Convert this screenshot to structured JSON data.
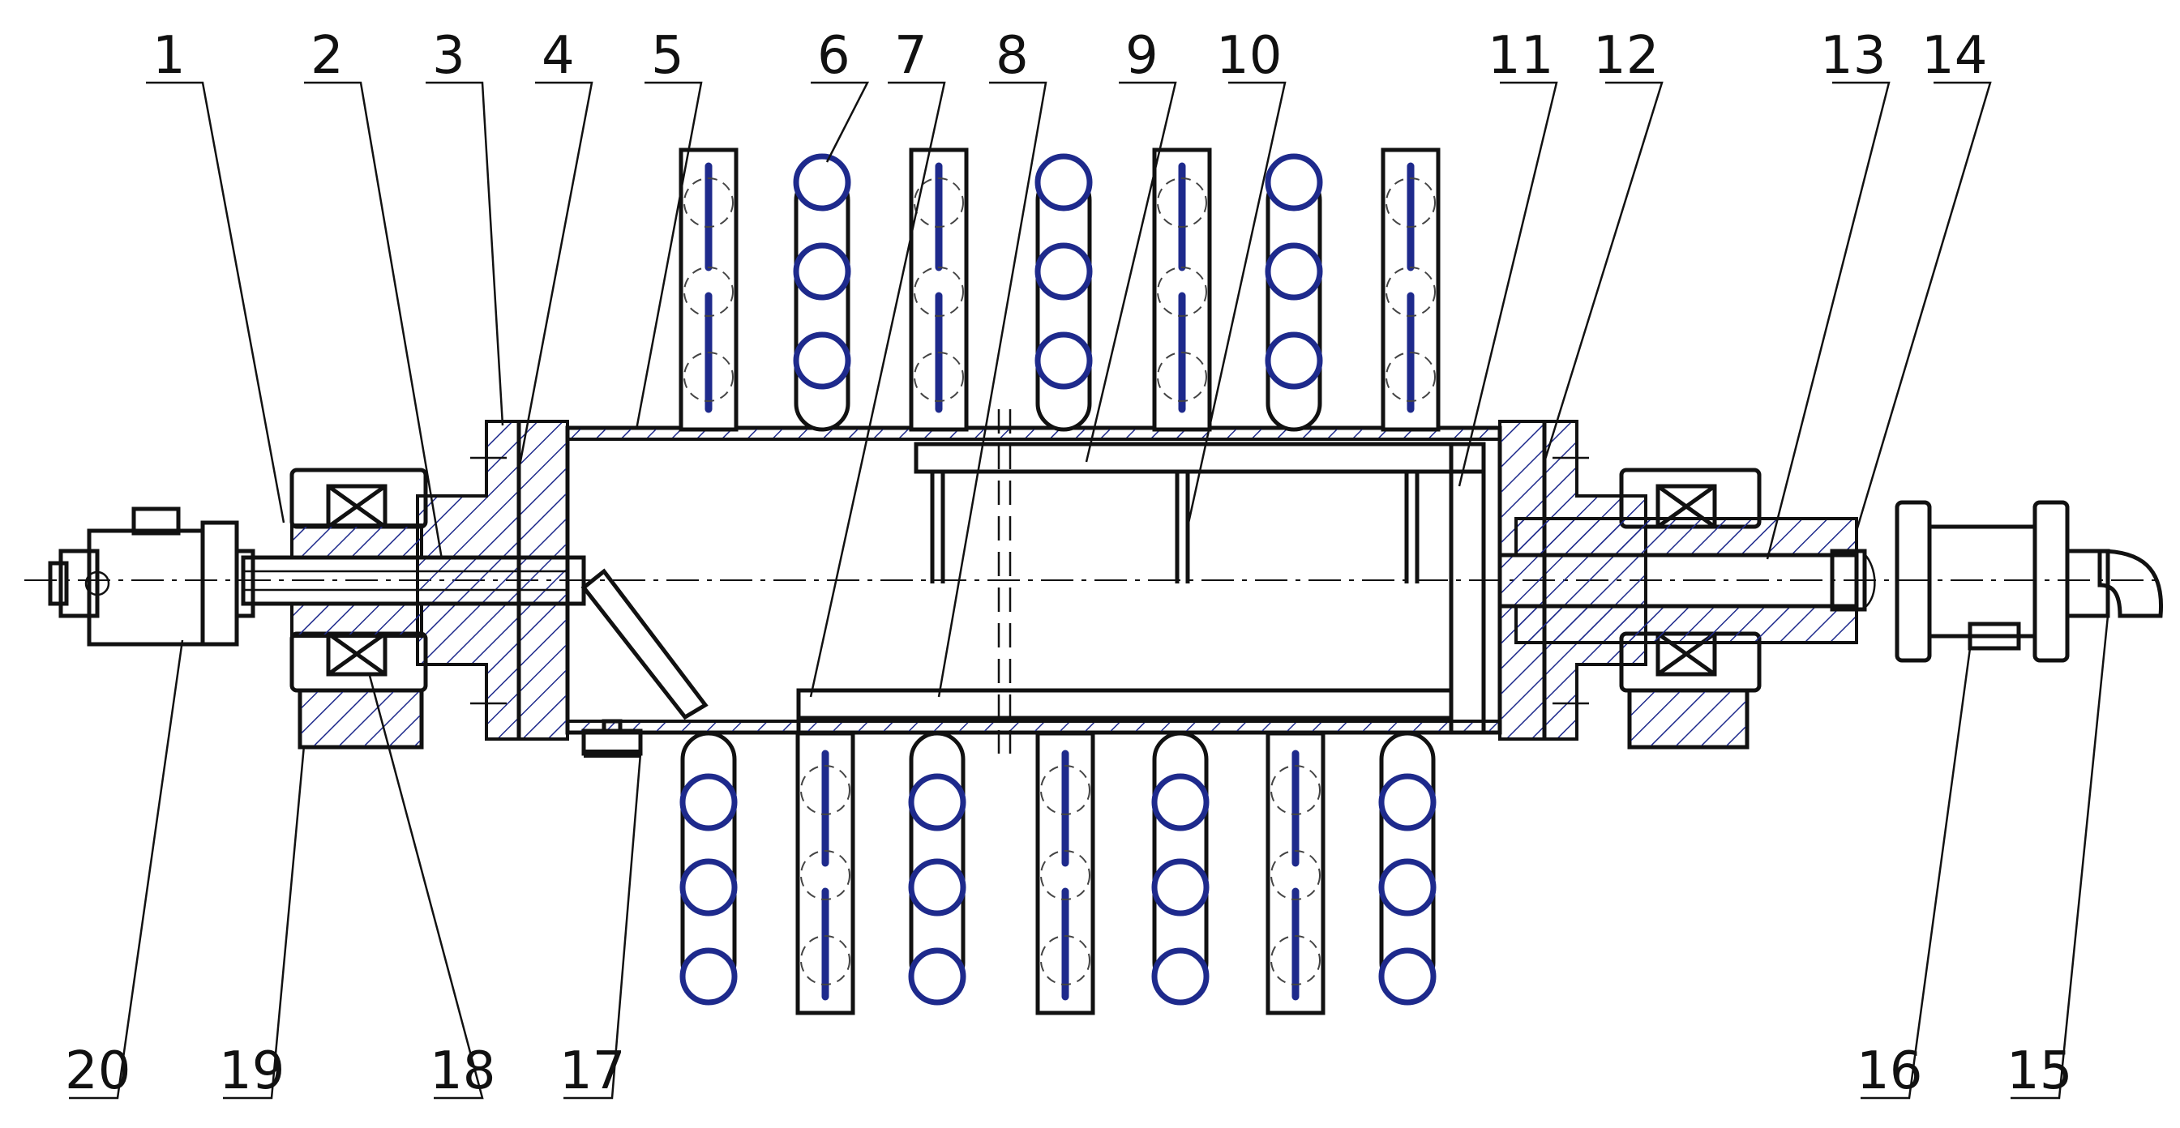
{
  "part_labels": {
    "top": [
      "1",
      "2",
      "3",
      "4",
      "5",
      "6",
      "7",
      "8",
      "9",
      "10",
      "11",
      "12",
      "13",
      "14"
    ],
    "bottom": [
      "20",
      "19",
      "18",
      "17",
      "16",
      "15"
    ]
  },
  "colors": {
    "line": "#111111",
    "weld": "#1e2a8c",
    "background": "#ffffff"
  }
}
